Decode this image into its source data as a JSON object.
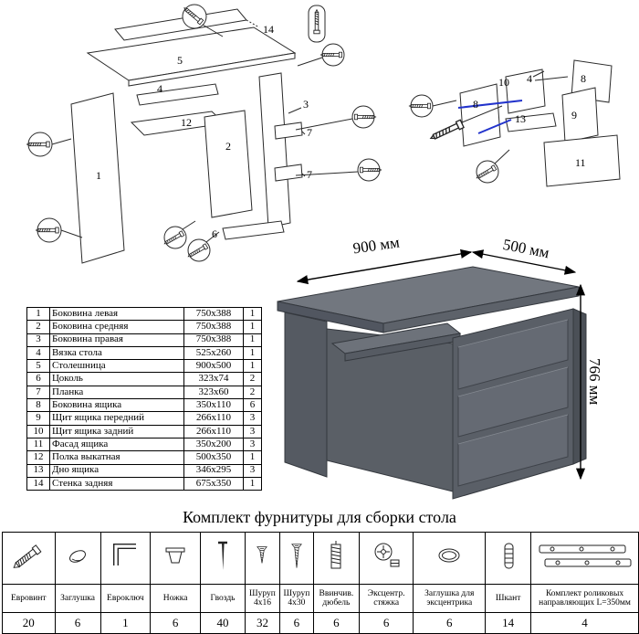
{
  "colors": {
    "desk_gray": "#5f646c",
    "highlight_blue": "#2233cc",
    "line": "#2a2a2a"
  },
  "dimensions": {
    "width": "900 мм",
    "depth": "500 мм",
    "height": "766 мм"
  },
  "diagram_desk": {
    "labels": {
      "p1": "1",
      "p2": "2",
      "p3": "3",
      "p4": "4",
      "p5": "5",
      "p6": "6",
      "p7a": "7",
      "p7b": "7",
      "p12": "12",
      "p14": "14"
    }
  },
  "diagram_drawer": {
    "labels": {
      "p4": "4",
      "p8a": "8",
      "p8b": "8",
      "p9": "9",
      "p10": "10",
      "p11": "11",
      "p13": "13"
    }
  },
  "parts_table": {
    "rows": [
      {
        "num": "1",
        "name": "Боковина левая",
        "size": "750x388",
        "qty": "1"
      },
      {
        "num": "2",
        "name": "Боковина средняя",
        "size": "750x388",
        "qty": "1"
      },
      {
        "num": "3",
        "name": "Боковина правая",
        "size": "750x388",
        "qty": "1"
      },
      {
        "num": "4",
        "name": "Вязка стола",
        "size": "525x260",
        "qty": "1"
      },
      {
        "num": "5",
        "name": "Столешница",
        "size": "900x500",
        "qty": "1"
      },
      {
        "num": "6",
        "name": "Цоколь",
        "size": "323x74",
        "qty": "2"
      },
      {
        "num": "7",
        "name": "Планка",
        "size": "323x60",
        "qty": "2"
      },
      {
        "num": "8",
        "name": "Боковина ящика",
        "size": "350x110",
        "qty": "6"
      },
      {
        "num": "9",
        "name": "Щит ящика передний",
        "size": "266x110",
        "qty": "3"
      },
      {
        "num": "10",
        "name": "Щит ящика задний",
        "size": "266x110",
        "qty": "3"
      },
      {
        "num": "11",
        "name": "Фасад ящика",
        "size": "350x200",
        "qty": "3"
      },
      {
        "num": "12",
        "name": "Полка выкатная",
        "size": "500x350",
        "qty": "1"
      },
      {
        "num": "13",
        "name": "Дно ящика",
        "size": "346x295",
        "qty": "3"
      },
      {
        "num": "14",
        "name": "Стенка задняя",
        "size": "675x350",
        "qty": "1"
      }
    ]
  },
  "hardware_section": {
    "title": "Комплект фурнитуры для сборки стола",
    "items": [
      {
        "name": "Евровинт",
        "qty": "20",
        "icon": "confirmat-screw-icon"
      },
      {
        "name": "Заглушка",
        "qty": "6",
        "icon": "cap-icon"
      },
      {
        "name": "Евроключ",
        "qty": "1",
        "icon": "hex-key-icon"
      },
      {
        "name": "Ножка",
        "qty": "6",
        "icon": "furniture-foot-icon"
      },
      {
        "name": "Гвоздь",
        "qty": "40",
        "icon": "nail-icon"
      },
      {
        "name": "Шуруп 4x16",
        "qty": "32",
        "icon": "screw-short-icon"
      },
      {
        "name": "Шуруп 4x30",
        "qty": "6",
        "icon": "screw-long-icon"
      },
      {
        "name": "Ввинчив. дюбель",
        "qty": "6",
        "icon": "threaded-dowel-icon"
      },
      {
        "name": "Эксцентр. стяжка",
        "qty": "6",
        "icon": "cam-lock-icon"
      },
      {
        "name": "Заглушка для эксцентрика",
        "qty": "6",
        "icon": "cam-cap-icon"
      },
      {
        "name": "Шкант",
        "qty": "14",
        "icon": "wood-dowel-icon"
      },
      {
        "name": "Комплект роликовых направляющих L=350мм",
        "qty": "4",
        "icon": "roller-slides-icon"
      }
    ]
  }
}
